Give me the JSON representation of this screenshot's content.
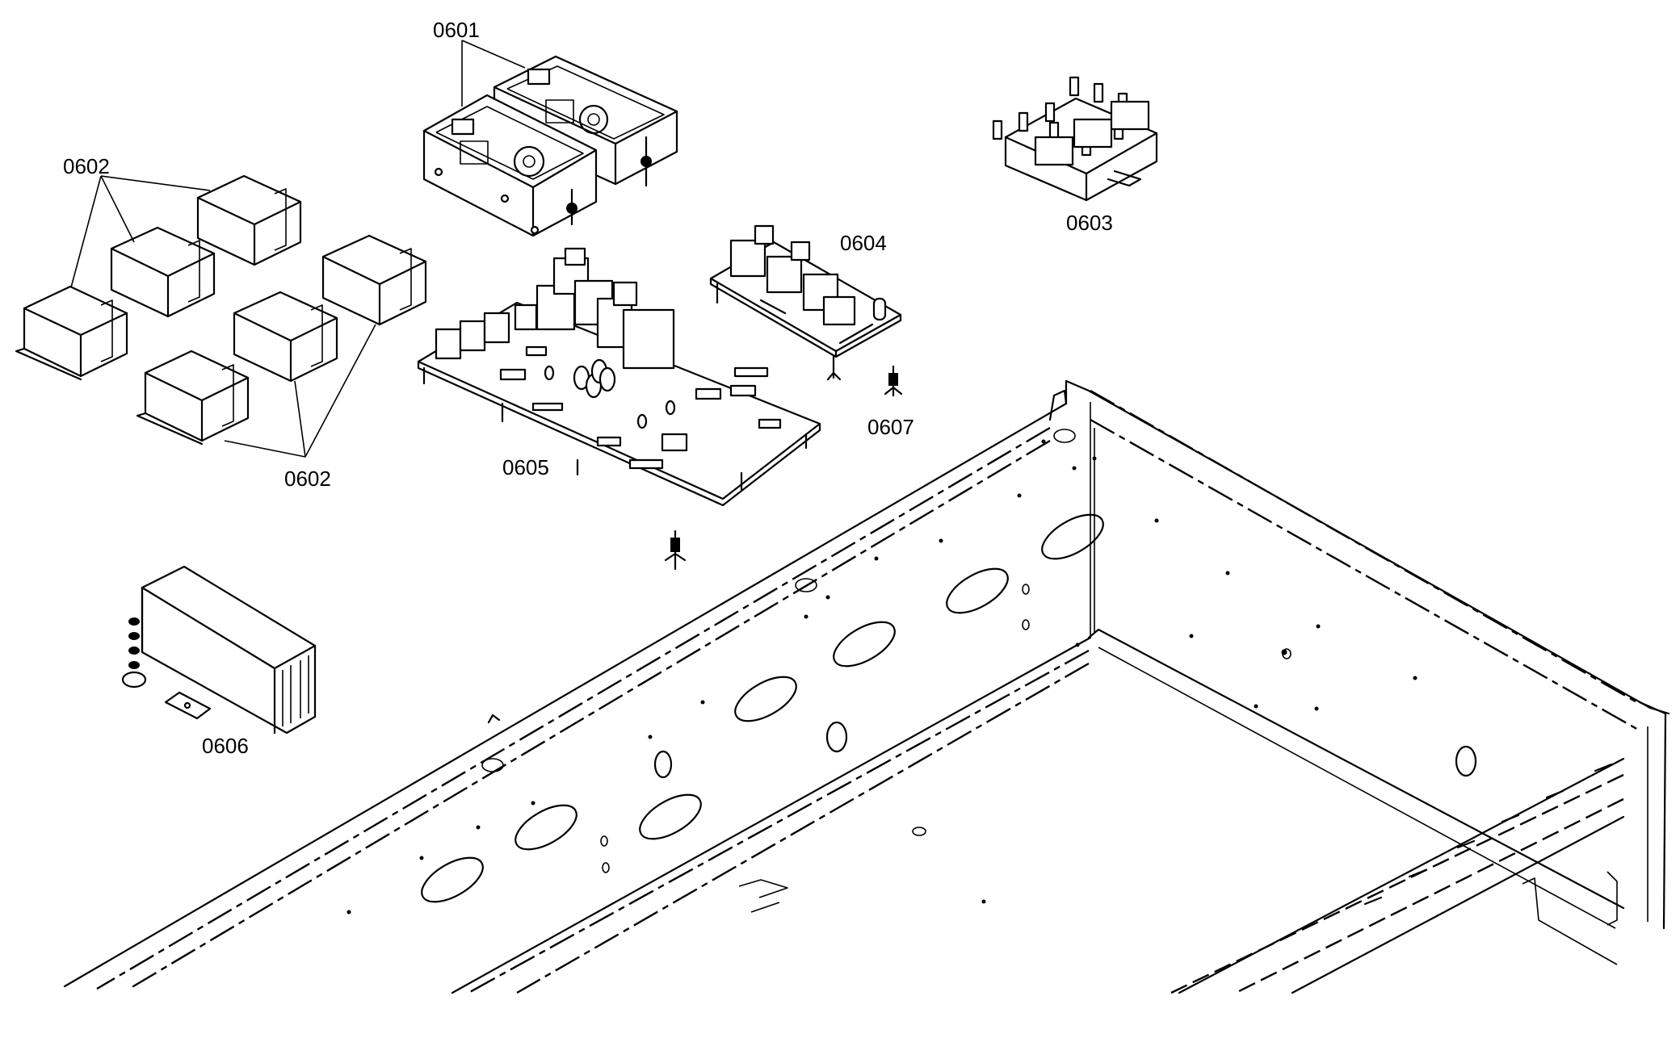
{
  "diagram": {
    "labels": {
      "p0601": "0601",
      "p0602a": "0602",
      "p0602b": "0602",
      "p0603": "0603",
      "p0604": "0604",
      "p0605": "0605",
      "p0606": "0606",
      "p0607": "0607"
    }
  }
}
